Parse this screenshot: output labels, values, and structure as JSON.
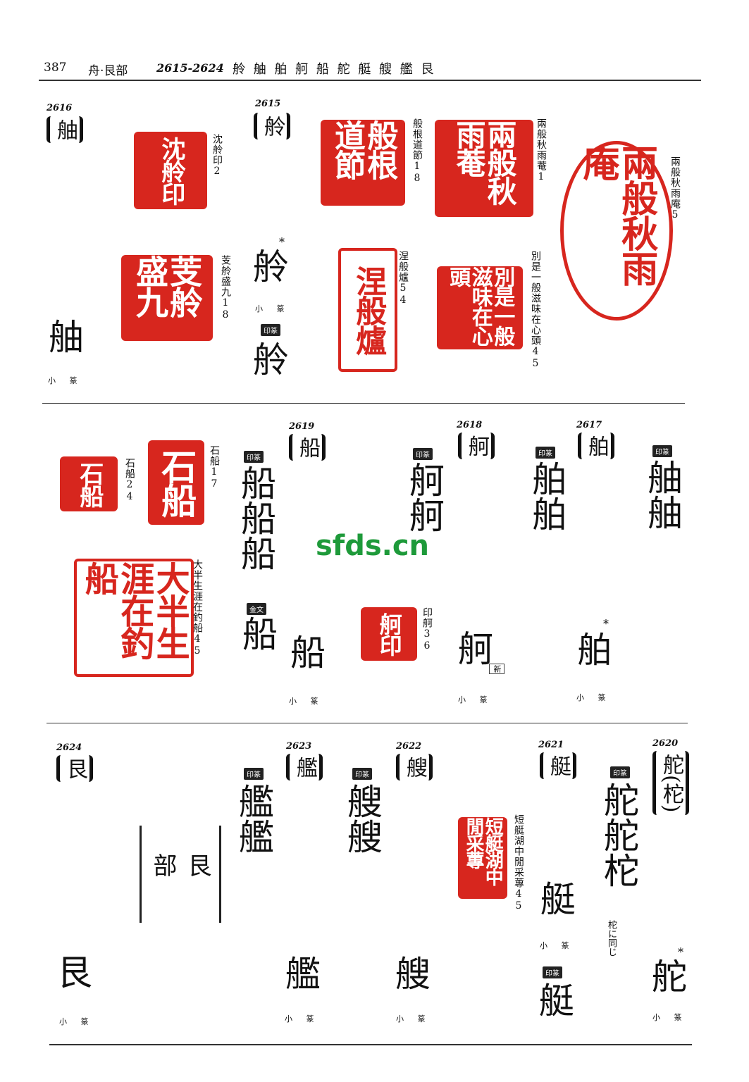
{
  "header": {
    "page_number": "387",
    "section": "舟·艮部",
    "range": "2615-2624",
    "characters": "舲 舳 舶 舸 船 舵 艇 艘 艦 艮"
  },
  "watermark": "sfds.cn",
  "labels": {
    "xiaozhuan": "小 篆",
    "yinzhuan": "印篆",
    "jinwen": "金文",
    "asterisk": "*",
    "xin": "新"
  },
  "entries": {
    "e2616": {
      "number": "2616",
      "head": "舳"
    },
    "e2615": {
      "number": "2615",
      "head": "舲"
    },
    "e2619": {
      "number": "2619",
      "head": "船"
    },
    "e2618": {
      "number": "2618",
      "head": "舸"
    },
    "e2617": {
      "number": "2617",
      "head": "舶"
    },
    "e2624": {
      "number": "2624",
      "head": "艮"
    },
    "e2623": {
      "number": "2623",
      "head": "艦"
    },
    "e2622": {
      "number": "2622",
      "head": "艘"
    },
    "e2621": {
      "number": "2621",
      "head": "艇"
    },
    "e2620": {
      "number": "2620",
      "head": "舵",
      "variant": "(柁)"
    }
  },
  "seals": {
    "s1": {
      "caption": "沈舲印",
      "num": "2",
      "text": "沈舲印"
    },
    "s2": {
      "caption": "芰舲盛九",
      "num": "18",
      "text": "芰舲盛九"
    },
    "s3": {
      "caption": "般根道節",
      "num": "18",
      "text": "般根道節"
    },
    "s4": {
      "caption": "涅般爐",
      "num": "54",
      "text": "涅般爐"
    },
    "s5": {
      "caption": "兩般秋雨菴",
      "num": "1",
      "text": "兩般秋雨菴"
    },
    "s6": {
      "caption": "別是一般滋味在心頭",
      "num": "45",
      "text": "別是一般滋味在心頭"
    },
    "s7": {
      "caption": "兩般秋雨庵",
      "num": "5",
      "text": "兩般秋雨庵"
    },
    "s8": {
      "caption": "石船",
      "num": "24",
      "text": "石船"
    },
    "s9": {
      "caption": "石船",
      "num": "17",
      "text": "石船"
    },
    "s10": {
      "caption": "大半生涯在釣船",
      "num": "45",
      "text": "大半生涯在釣船"
    },
    "s11": {
      "caption": "印舸",
      "num": "36",
      "text": "舸印"
    },
    "s12": {
      "caption": "短艇湖中閒采蓴",
      "num": "45",
      "text": "短艇湖中閒采蓴"
    }
  },
  "glyphs": {
    "g2616_xz": "舳",
    "g2615_xz": "舲",
    "g2615_yz": "舲",
    "g2619_yz": "船船船",
    "g2619_jw": "船",
    "g2619_xz": "船",
    "g2618_yz": "舸舸",
    "g2618_xz": "舸",
    "g2617_yz": "舶舶",
    "g2617_xz": "舶",
    "g2616_yz": "舳舳",
    "g2624_xz": "艮",
    "g2623_yz": "艦艦",
    "g2623_xz": "艦",
    "g2622_yz": "艘艘",
    "g2622_xz": "艘",
    "g2621_xz": "艇",
    "g2621_yz": "艇",
    "g2620_yz": "舵舵柁",
    "g2620_xz": "舵"
  },
  "radical_box": "艮部",
  "note_2620": "柁に同じ",
  "colors": {
    "seal_red": "#d7261e",
    "watermark_green": "#1e9a3a"
  }
}
